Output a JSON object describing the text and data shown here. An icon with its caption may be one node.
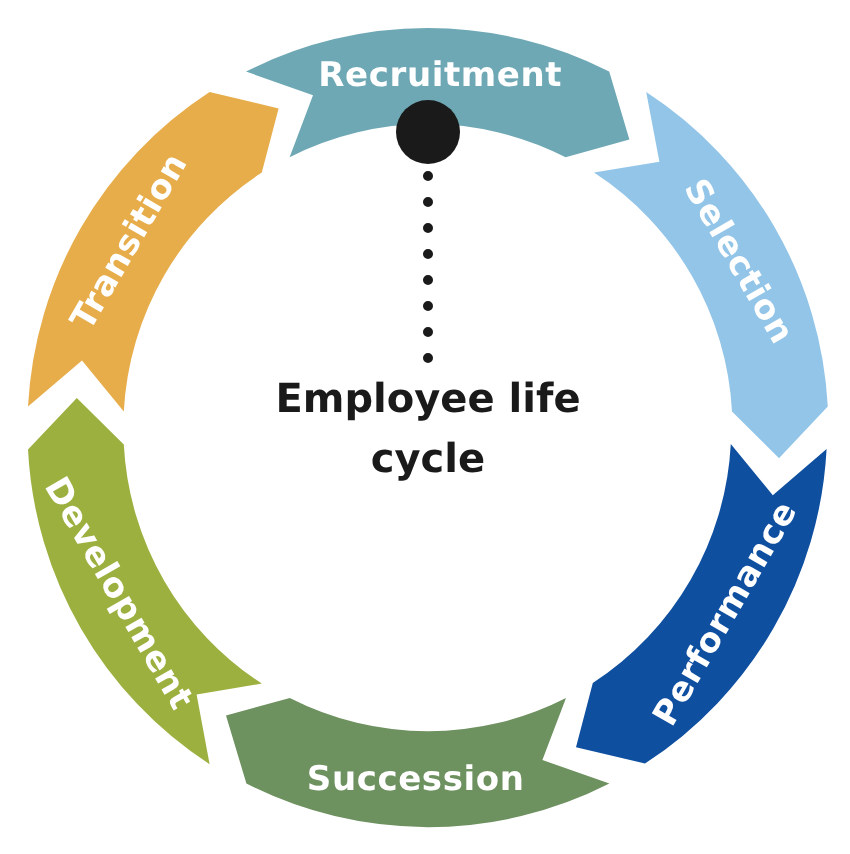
{
  "diagram": {
    "nodes": [
      {
        "text": [
          "Recruitment"
        ]
      },
      {
        "text": [
          "Selection"
        ]
      },
      {
        "text": [
          "Performance"
        ]
      },
      {
        "text": [
          "Succession"
        ]
      },
      {
        "text": [
          "Development"
        ]
      },
      {
        "text": [
          "Transition"
        ]
      },
      {
        "text": [],
        "shape": "circle"
      },
      {
        "text": [
          "Employee life cycle"
        ]
      }
    ],
    "edges": [
      {
        "from": 6,
        "to": 7,
        "arrow": "none",
        "style": "dashed"
      }
    ]
  }
}
